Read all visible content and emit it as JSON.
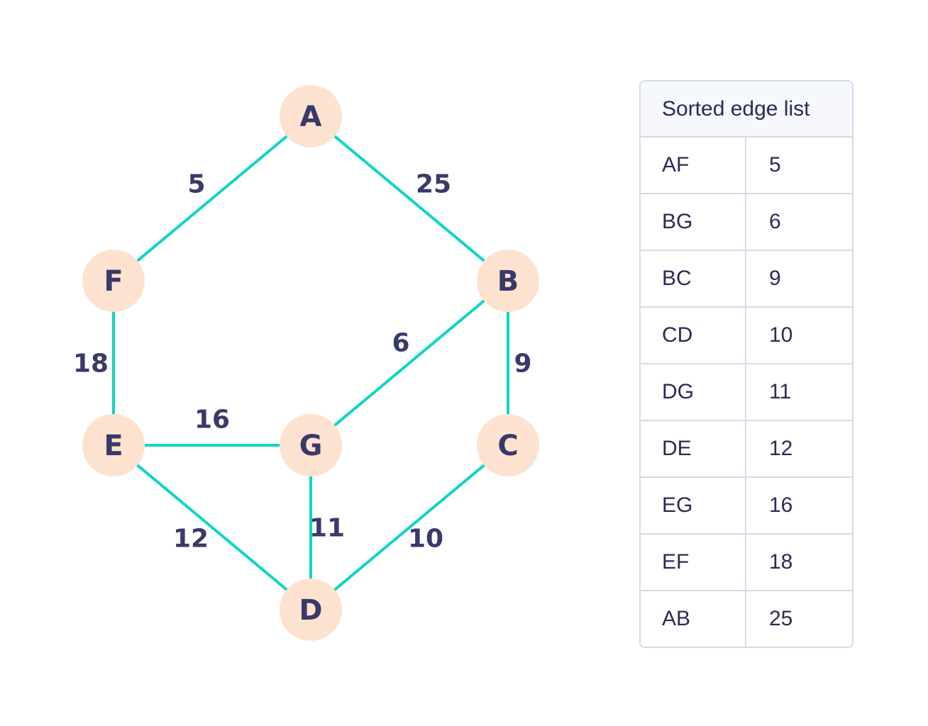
{
  "graph": {
    "nodes": [
      {
        "id": "A",
        "label": "A"
      },
      {
        "id": "B",
        "label": "B"
      },
      {
        "id": "C",
        "label": "C"
      },
      {
        "id": "D",
        "label": "D"
      },
      {
        "id": "E",
        "label": "E"
      },
      {
        "id": "F",
        "label": "F"
      },
      {
        "id": "G",
        "label": "G"
      }
    ],
    "edges": [
      {
        "from": "A",
        "to": "F",
        "weight": "5"
      },
      {
        "from": "A",
        "to": "B",
        "weight": "25"
      },
      {
        "from": "F",
        "to": "E",
        "weight": "18"
      },
      {
        "from": "B",
        "to": "G",
        "weight": "6"
      },
      {
        "from": "B",
        "to": "C",
        "weight": "9"
      },
      {
        "from": "E",
        "to": "G",
        "weight": "16"
      },
      {
        "from": "E",
        "to": "D",
        "weight": "12"
      },
      {
        "from": "G",
        "to": "D",
        "weight": "11"
      },
      {
        "from": "C",
        "to": "D",
        "weight": "10"
      }
    ],
    "colors": {
      "node_fill": "#fde3cf",
      "edge": "#0fd6c6",
      "text": "#39396a"
    }
  },
  "table": {
    "title": "Sorted edge list",
    "rows": [
      {
        "edge": "AF",
        "weight": "5"
      },
      {
        "edge": "BG",
        "weight": "6"
      },
      {
        "edge": "BC",
        "weight": "9"
      },
      {
        "edge": "CD",
        "weight": "10"
      },
      {
        "edge": "DG",
        "weight": "11"
      },
      {
        "edge": "DE",
        "weight": "12"
      },
      {
        "edge": "EG",
        "weight": "16"
      },
      {
        "edge": "EF",
        "weight": "18"
      },
      {
        "edge": "AB",
        "weight": "25"
      }
    ]
  }
}
